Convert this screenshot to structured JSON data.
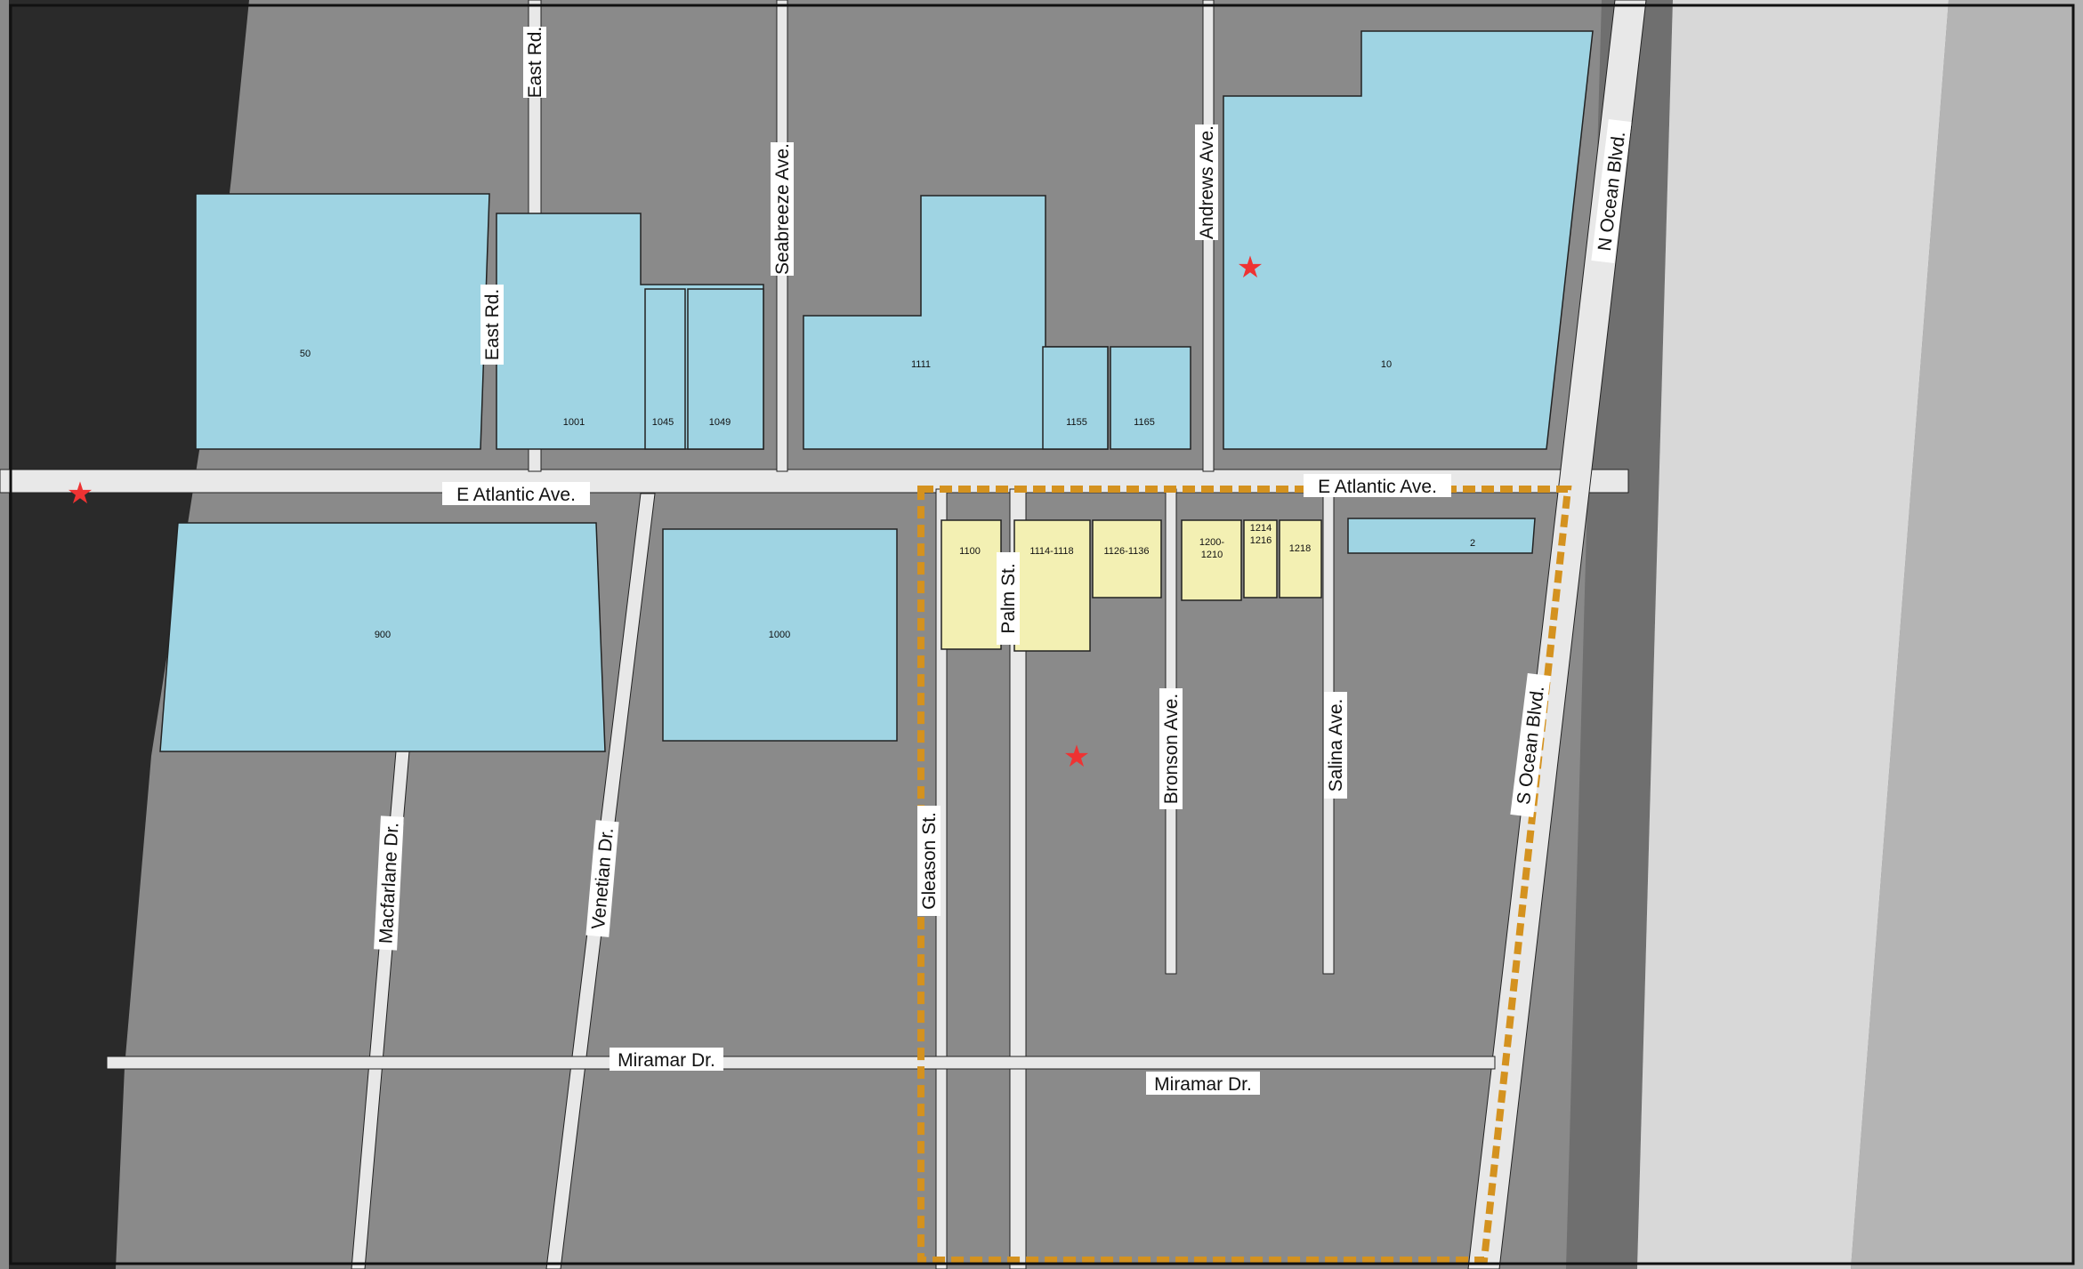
{
  "colors": {
    "water": "#2a2a2a",
    "water_deep": "#1a1a1a",
    "land": "#8a8a8a",
    "dune": "#6f6f6f",
    "beach": "#d8d8d8",
    "ocean": "#b4b4b4",
    "road": "#e8e8e8",
    "parcel_blue": "#9fd4e3",
    "parcel_yellow": "#f3f0b3",
    "district_outline": "#d4921f",
    "star": "#ee3333",
    "label_box": "#ffffff"
  },
  "streets": {
    "e_atlantic_west": "E Atlantic Ave.",
    "e_atlantic_east": "E Atlantic Ave.",
    "east_rd_north": "East Rd.",
    "east_rd_south": "East Rd.",
    "seabreeze": "Seabreeze Ave.",
    "andrews": "Andrews Ave.",
    "n_ocean": "N Ocean Blvd.",
    "s_ocean": "S Ocean Blvd.",
    "palm": "Palm St.",
    "gleason": "Gleason St.",
    "bronson": "Bronson Ave.",
    "salina": "Salina Ave.",
    "macfarlane": "Macfarlane Dr.",
    "venetian": "Venetian Dr.",
    "miramar_west": "Miramar Dr.",
    "miramar_east": "Miramar Dr."
  },
  "parcels": {
    "p50": "50",
    "p1001": "1001",
    "p1045": "1045",
    "p1049": "1049",
    "p1111": "1111",
    "p1155": "1155",
    "p1165": "1165",
    "p10": "10",
    "p900": "900",
    "p1000": "1000",
    "p1100": "1100",
    "p1114": "1114-1118",
    "p1126": "1126-1136",
    "p1200a": "1200-",
    "p1200b": "1210",
    "p1214a": "1214",
    "p1214b": "1216",
    "p1218": "1218",
    "p2": "2"
  }
}
